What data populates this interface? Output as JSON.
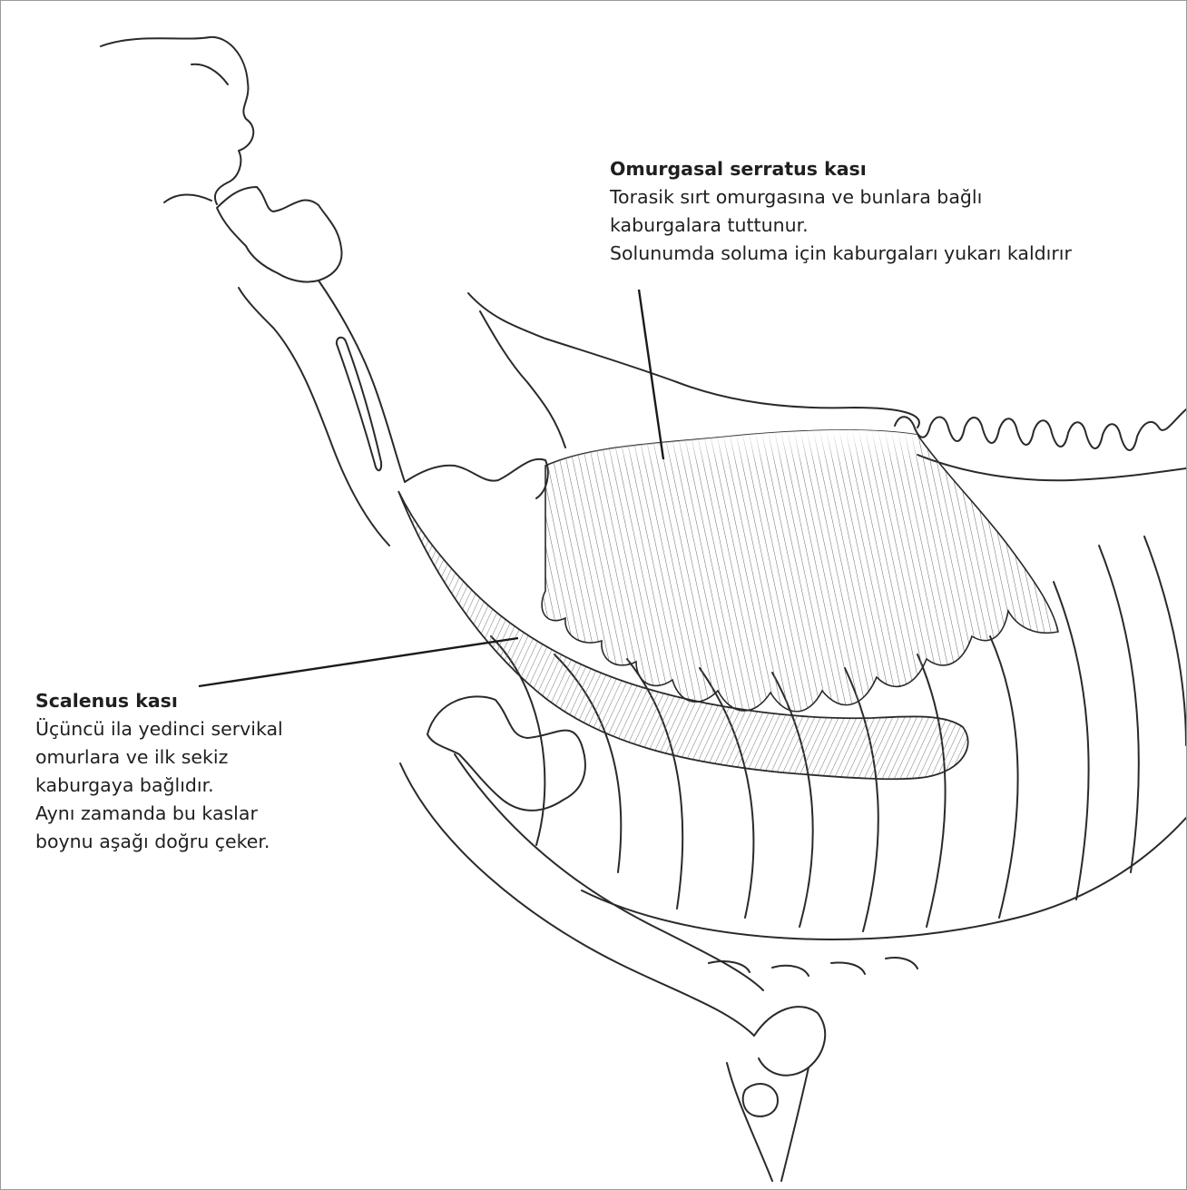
{
  "annotations": {
    "serratus": {
      "title": "Omurgasal serratus kası",
      "lines": [
        "Torasik sırt omurgasına ve bunlara bağlı",
        "kaburgalara tuttunur.",
        "Solunumda soluma için kaburgaları yukarı kaldırır"
      ]
    },
    "scalenus": {
      "title": "Scalenus kası",
      "lines": [
        "Üçüncü ila yedinci servikal",
        "omurlara ve ilk sekiz",
        "kaburgaya bağlıdır.",
        "Aynı zamanda bu kaslar",
        "boynu aşağı doğru çeker."
      ]
    }
  },
  "colors": {
    "line": "#2a2a2a",
    "muscle_fill": "#cfcfcf",
    "text": "#1f1f1f",
    "frame": "#9a9a9a"
  }
}
